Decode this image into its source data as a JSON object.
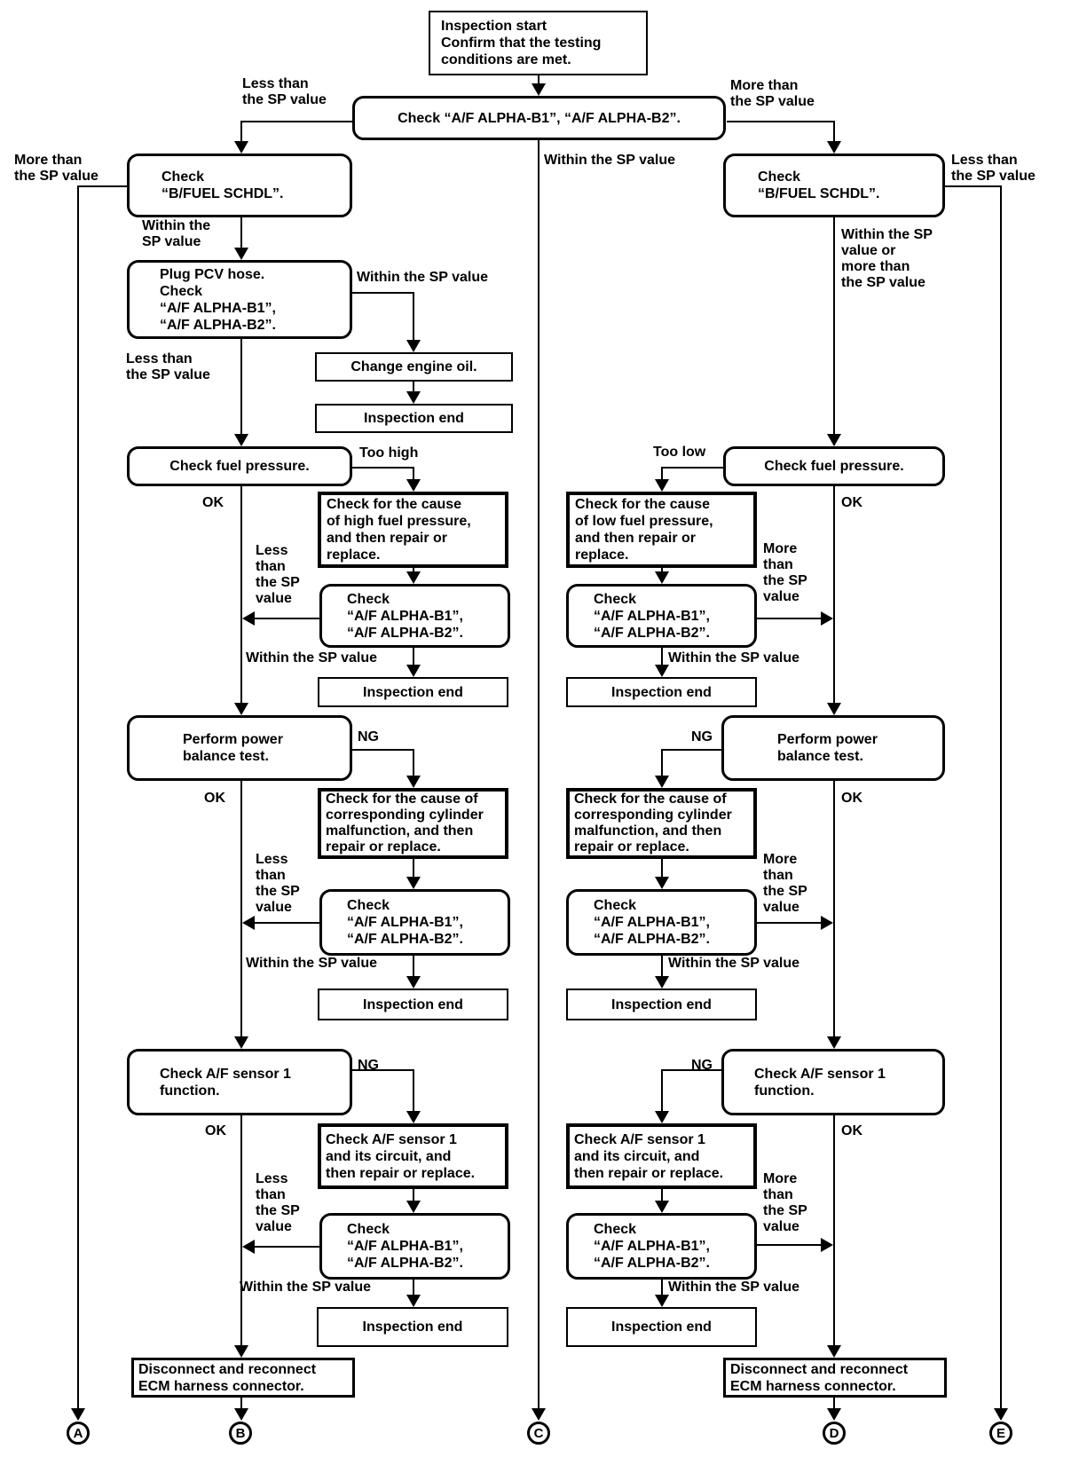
{
  "diagram": {
    "nodes": {
      "start": "Inspection start\nConfirm that the testing\nconditions are met.",
      "alpha_top": "Check “A/F ALPHA-B1”, “A/F ALPHA-B2”.",
      "bfuel": "Check\n“B/FUEL SCHDL”.",
      "pcv": "Plug PCV hose.\nCheck\n“A/F ALPHA-B1”,\n“A/F ALPHA-B2”.",
      "change_oil": "Change engine oil.",
      "inspection_end": "Inspection end",
      "fuel_pressure": "Check fuel pressure.",
      "cause_high": "Check for the cause\nof high fuel pressure,\nand then repair or\nreplace.",
      "cause_low": "Check for the cause\nof low fuel pressure,\nand then repair or\nreplace.",
      "alpha": "Check\n“A/F ALPHA-B1”,\n“A/F ALPHA-B2”.",
      "power_balance": "Perform power\nbalance test.",
      "cylinder": "Check for the cause of\ncorresponding cylinder\nmalfunction, and then\nrepair or replace.",
      "sensor_function": "Check A/F sensor 1\nfunction.",
      "sensor_circuit": "Check A/F sensor 1\nand its circuit, and\nthen repair or replace.",
      "disconnect": "Disconnect and reconnect\nECM harness connector."
    },
    "labels": {
      "less_than": "Less than\nthe SP value",
      "more_than": "More than\nthe SP value",
      "within_sp": "Within the SP value",
      "within_sp_2l": "Within the\nSP value",
      "within_or_more": "Within the SP\nvalue or\nmore than\nthe SP value",
      "less_4l": "Less\nthan\nthe SP\nvalue",
      "more_4l": "More\nthan\nthe SP\nvalue",
      "too_high": "Too high",
      "too_low": "Too low",
      "ok": "OK",
      "ng": "NG"
    },
    "terminals": {
      "a": "A",
      "b": "B",
      "c": "C",
      "d": "D",
      "e": "E"
    },
    "colors": {
      "line": "#000000",
      "background": "#ffffff"
    }
  }
}
